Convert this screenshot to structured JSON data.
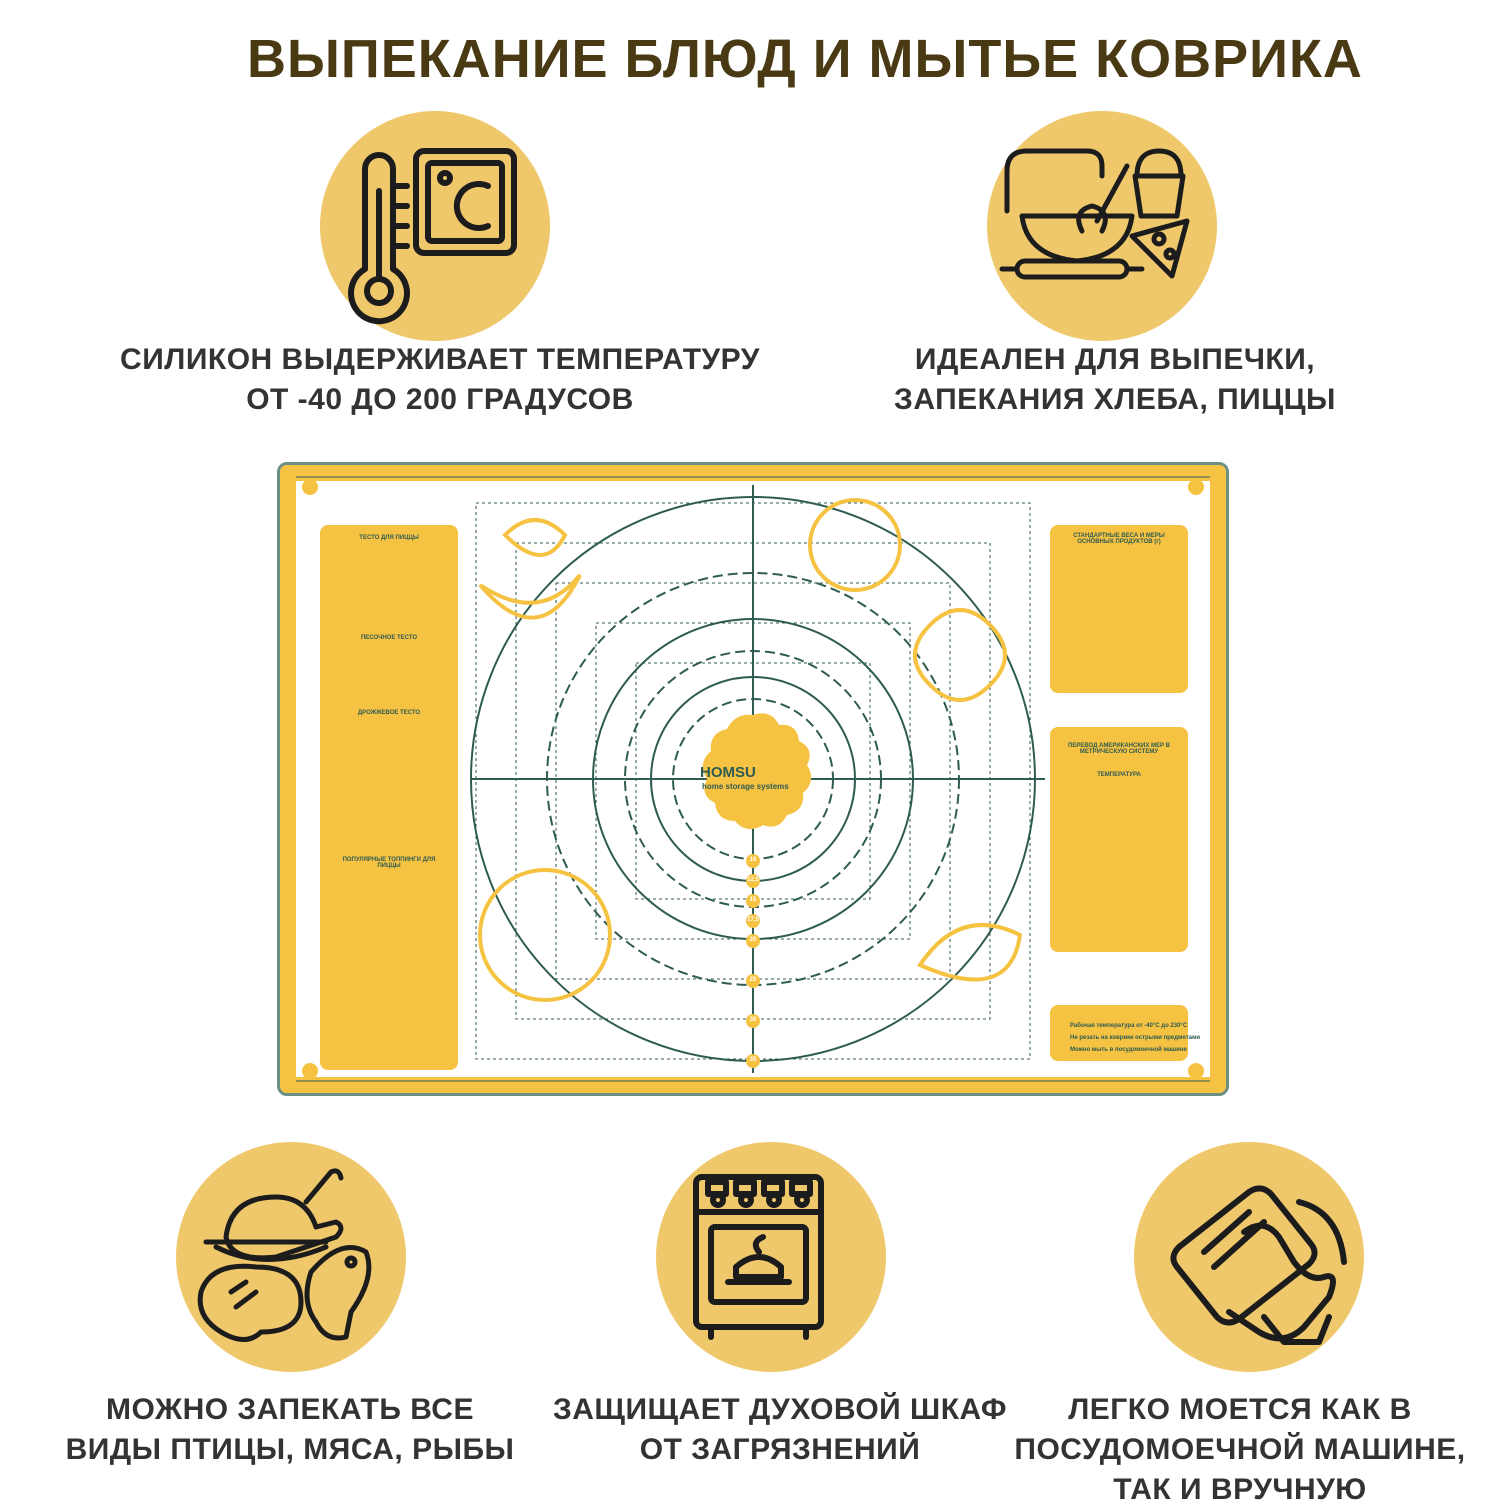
{
  "title": "ВЫПЕКАНИЕ БЛЮД И МЫТЬЕ КОВРИКА",
  "features": {
    "temperature": {
      "line1": "СИЛИКОН ВЫДЕРЖИВАЕТ ТЕМПЕРАТУРУ",
      "line2": "ОТ -40 ДО 200 ГРАДУСОВ",
      "icon": "thermometer-celsius-icon"
    },
    "baking": {
      "line1": "ИДЕАЛЕН  ДЛЯ ВЫПЕЧКИ,",
      "line2": "ЗАПЕКАНИЯ ХЛЕБА, ПИЦЦЫ",
      "icon": "baking-tools-icon"
    },
    "meat": {
      "line1": "МОЖНО ЗАПЕКАТЬ ВСЕ",
      "line2": "ВИДЫ ПТИЦЫ, МЯСА, РЫБЫ",
      "icon": "poultry-meat-fish-icon"
    },
    "oven": {
      "line1": "ЗАЩИЩАЕТ ДУХОВОЙ ШКАФ",
      "line2": "ОТ ЗАГРЯЗНЕНИЙ",
      "icon": "oven-icon"
    },
    "washing": {
      "line1": "ЛЕГКО МОЕТСЯ КАК В",
      "line2": "ПОСУДОМОЕЧНОЙ МАШИНЕ,",
      "line3": "ТАК И ВРУЧНУЮ",
      "icon": "glove-washing-icon"
    }
  },
  "mat": {
    "brand": "HOMSU",
    "brand_sub": "home storage systems",
    "left_panel_title": "ТЕСТО ДЛЯ ПИЦЦЫ",
    "left_panel_sub1": "ПЕСОЧНОЕ ТЕСТО",
    "left_panel_sub2": "ДРОЖЖЕВОЕ ТЕСТО",
    "left_toppings": "ПОПУЛЯРНЫЕ ТОППИНГИ ДЛЯ ПИЦЦЫ",
    "right_panel1_title": "СТАНДАРТНЫЕ ВЕСА И МЕРЫ ОСНОВНЫХ ПРОДУКТОВ (г)",
    "right_panel2_title": "ПЕРЕВОД АМЕРИКАНСКИХ МЕР В МЕТРИЧЕСКУЮ СИСТЕМУ",
    "right_panel2_sub": "ТЕМПЕРАТУРА",
    "right_panel3_line1": "Рабочая температура от -40°С до 230°С",
    "right_panel3_line2": "Не резать на коврике острыми предметами",
    "right_panel3_line3": "Можно мыть в посудомоечной машине",
    "circle_labels": [
      "10",
      "12,5",
      "15",
      "17,5",
      "20",
      "25",
      "30",
      "35"
    ]
  },
  "colors": {
    "accent": "#efc86c",
    "mat_green": "#2f5c52",
    "mat_yellow": "#f5c242",
    "title": "#4a3a14"
  }
}
